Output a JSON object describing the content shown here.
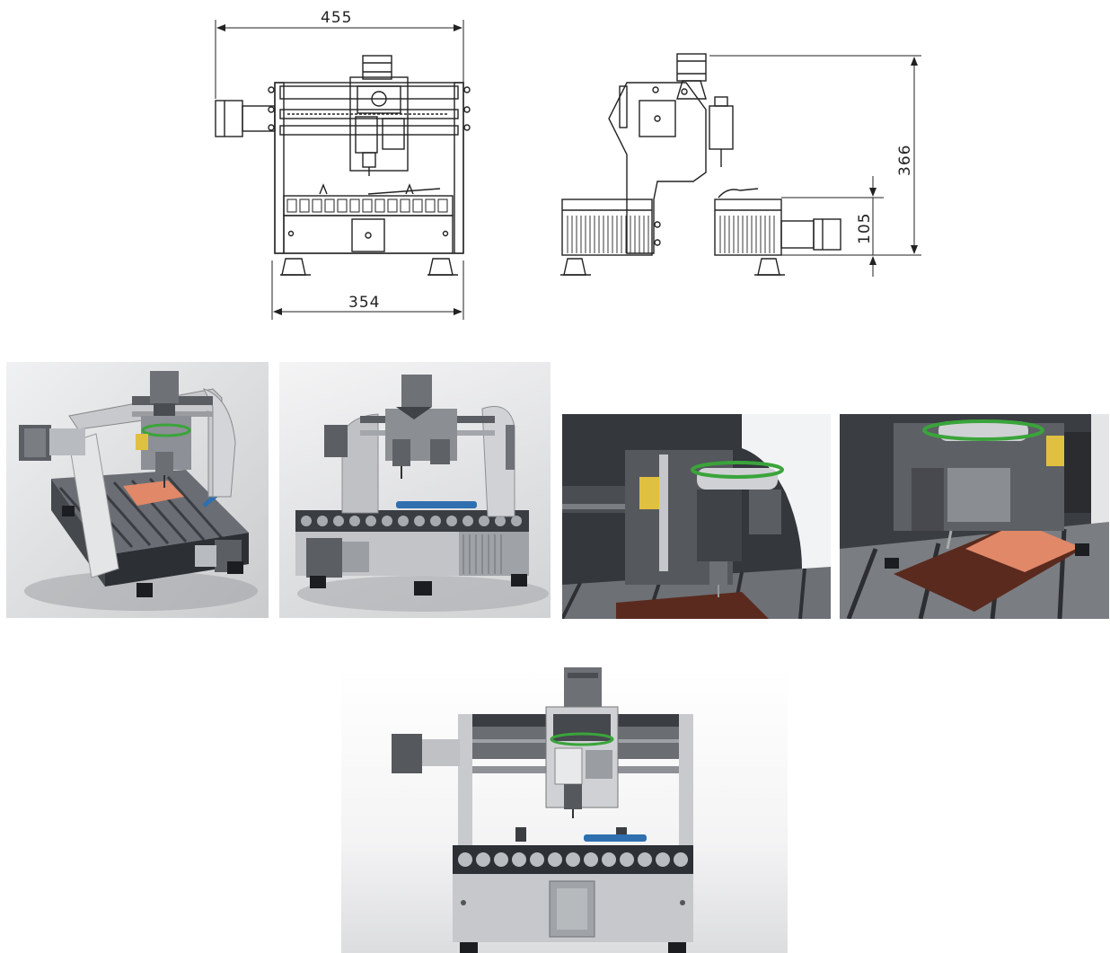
{
  "drawings": {
    "front_view": {
      "top_width": "455",
      "base_width": "354"
    },
    "side_view": {
      "total_height": "366",
      "table_height": "105"
    }
  },
  "colors": {
    "line": "#222222",
    "aluminum": "#b9bcc0",
    "dark": "#2a2c30",
    "copper": "#e08868",
    "pcb": "#5a2a1e",
    "brass": "#e0c040",
    "belt": "#3aa43a",
    "blue": "#2f6fb0"
  }
}
